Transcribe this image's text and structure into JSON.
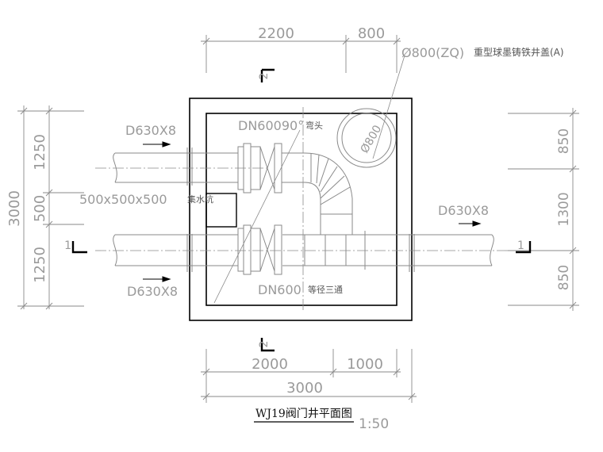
{
  "dimensions": {
    "top_left": "2200",
    "top_right": "800",
    "left_total": "3000",
    "left_upper": "1250",
    "left_middle": "500",
    "left_lower": "1250",
    "right_upper": "850",
    "right_middle": "1300",
    "right_lower": "850",
    "bottom_left": "2000",
    "bottom_right": "1000",
    "bottom_total": "3000"
  },
  "labels": {
    "manhole_cover_dim": "Ø800(ZQ)",
    "manhole_cover_desc": "重型球墨铸铁井盖(A)",
    "cover_circle": "Ø800",
    "elbow_dim": "DN60090°",
    "elbow_desc": "弯头",
    "sump_dim": "500x500x500",
    "sump_desc": "集水坑",
    "pipe_top_left": "D630X8",
    "pipe_bottom_left": "D630X8",
    "pipe_right": "D630X8",
    "tee_dim": "DN600",
    "tee_desc": "等径三通",
    "section_mark": "1",
    "section_mark_alt": "2"
  },
  "title": {
    "main": "WJ19阀门井平面图",
    "scale": "1:50"
  }
}
